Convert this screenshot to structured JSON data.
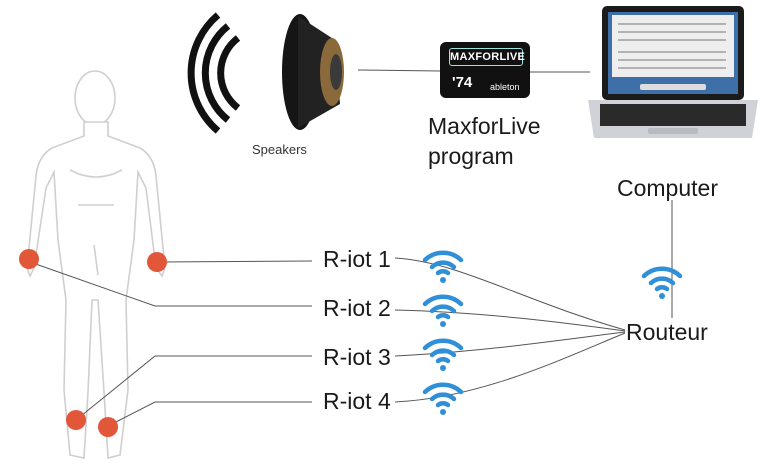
{
  "labels": {
    "speakers": "Speakers",
    "program_line1": "MaxforLive",
    "program_line2": "program",
    "computer": "Computer",
    "router": "Routeur",
    "riot_1": "R-iot 1",
    "riot_2": "R-iot 2",
    "riot_3": "R-iot 3",
    "riot_4": "R-iot 4"
  },
  "logo": {
    "brand": "MAXFORLIVE",
    "mark": "'74",
    "maker": "ableton"
  },
  "colors": {
    "sensor": "#e2563a",
    "wifi": "#2f8fd8",
    "line": "#555555",
    "body_outline": "#c9c9c9"
  },
  "icons": {
    "speaker": "speaker-icon",
    "laptop": "laptop-icon",
    "wifi": "wifi-icon",
    "body": "human-body-icon"
  }
}
